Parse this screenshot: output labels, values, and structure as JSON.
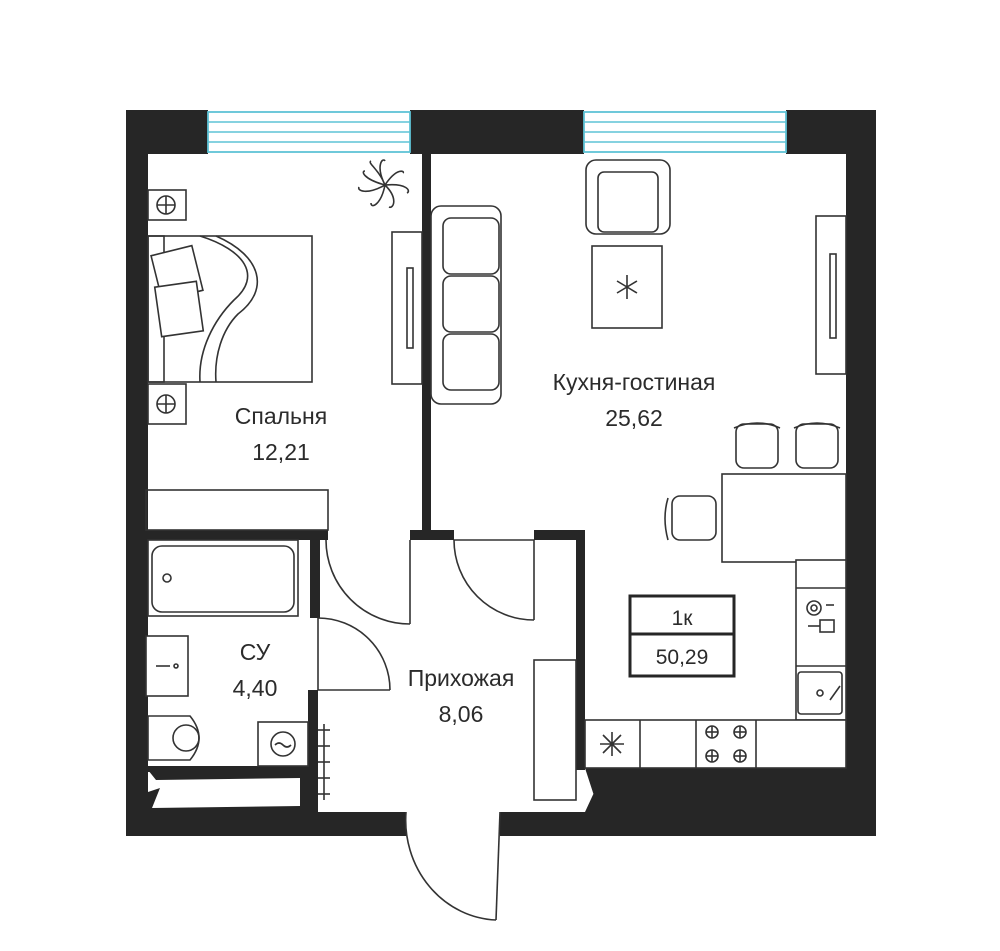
{
  "rooms": {
    "bedroom": {
      "name": "Спальня",
      "area": "12,21"
    },
    "kitchen_living": {
      "name": "Кухня-гостиная",
      "area": "25,62"
    },
    "bathroom": {
      "name": "СУ",
      "area": "4,40"
    },
    "hallway": {
      "name": "Прихожая",
      "area": "8,06"
    }
  },
  "summary": {
    "rooms_count": "1к",
    "total_area": "50,29"
  },
  "colors": {
    "wall": "#262626",
    "window": "#5fc3d6",
    "line": "#333333",
    "background": "#ffffff"
  }
}
